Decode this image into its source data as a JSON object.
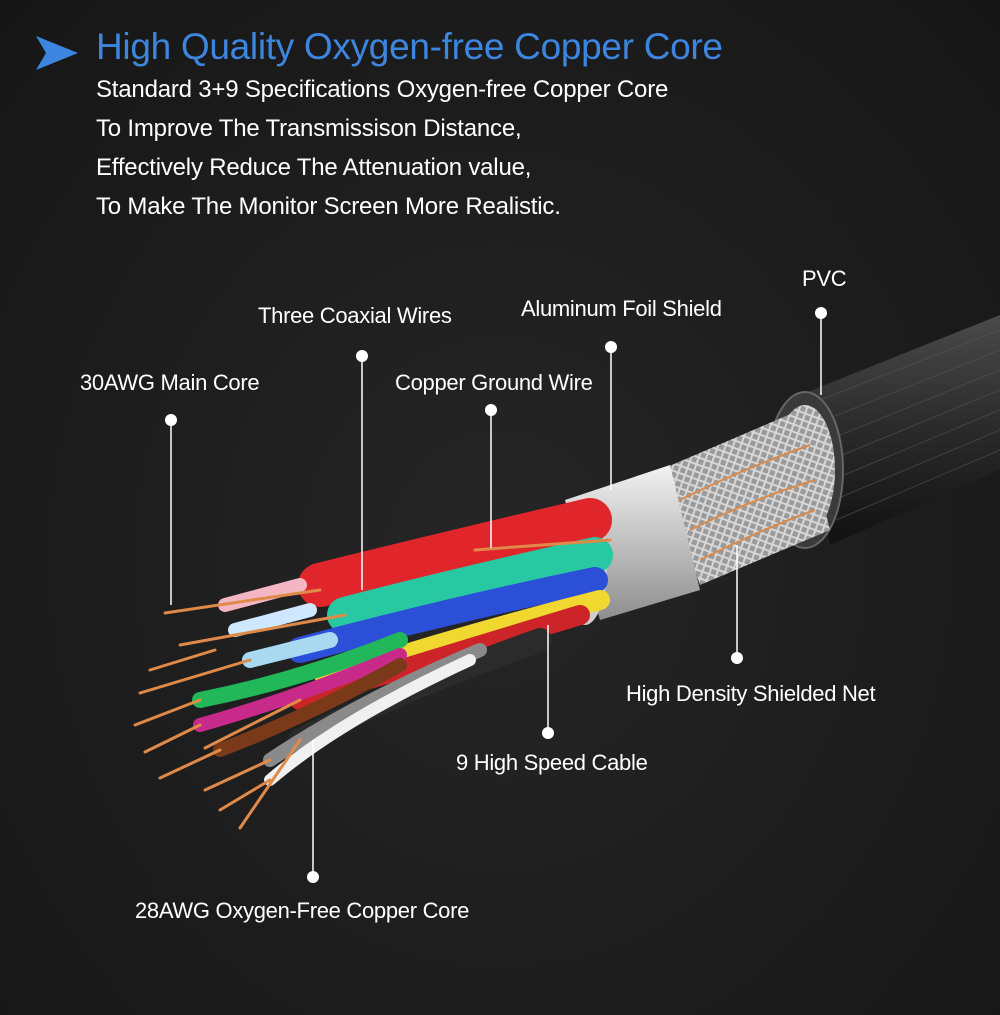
{
  "header": {
    "title": "High Quality Oxygen-free Copper Core",
    "title_color": "#3d86e0",
    "icon": "arrow-right-icon"
  },
  "description": [
    "Standard 3+9 Specifications Oxygen-free Copper Core",
    "To Improve The Transmissison Distance,",
    "Effectively Reduce The Attenuation value,",
    "To Make The Monitor Screen More Realistic."
  ],
  "callouts": {
    "pvc": "PVC",
    "three_coaxial": "Three Coaxial Wires",
    "aluminum_foil": "Aluminum Foil Shield",
    "main_core": "30AWG Main Core",
    "copper_ground": "Copper Ground Wire",
    "shielded_net": "High Density Shielded Net",
    "high_speed": "9 High Speed Cable",
    "copper_core": "28AWG Oxygen-Free Copper Core"
  },
  "wire_colors": [
    "#e0262b",
    "#27c8a2",
    "#2b4fd6",
    "#f0d830",
    "#22b85a",
    "#c82a8a",
    "#7a3a1a",
    "#8a8a8a",
    "#f0f0f0"
  ]
}
